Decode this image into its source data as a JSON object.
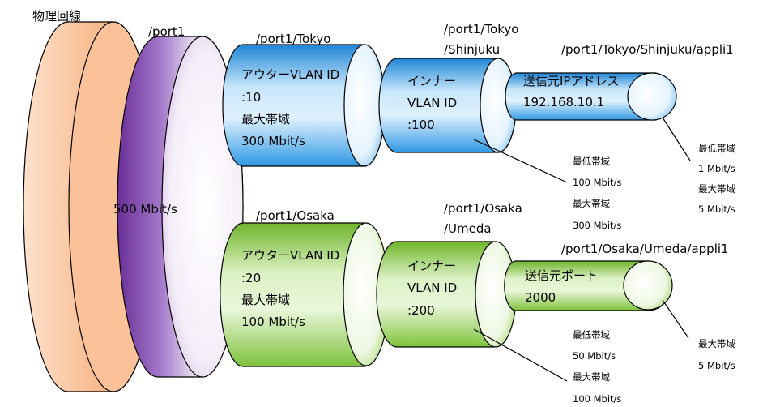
{
  "physical": {
    "label": "物理回線"
  },
  "port1": {
    "path": "/port1",
    "bandwidth": "500 Mbit/s"
  },
  "tokyo": {
    "path": "/port1/Tokyo",
    "outer_line1": "アウターVLAN ID",
    "outer_line2": ":10",
    "max_label": "最大帯域",
    "max_value": "300 Mbit/s",
    "fill": "#39a3ea"
  },
  "shinjuku": {
    "path_line1": "/port1/Tokyo",
    "path_line2": "/Shinjuku",
    "inner_line1": "インナー",
    "inner_line2": "VLAN ID",
    "inner_line3": ":100",
    "note_min_label": "最低帯域",
    "note_min_value": "100 Mbit/s",
    "note_max_label": "最大帯域",
    "note_max_value": "300 Mbit/s"
  },
  "appli_tokyo": {
    "path": "/port1/Tokyo/Shinjuku/appli1",
    "line1": "送信元IPアドレス",
    "line2": "192.168.10.1",
    "note_min_label": "最低帯域",
    "note_min_value": "1 Mbit/s",
    "note_max_label": "最大帯域",
    "note_max_value": "5 Mbit/s"
  },
  "osaka": {
    "path": "/port1/Osaka",
    "outer_line1": "アウターVLAN ID",
    "outer_line2": ":20",
    "max_label": "最大帯域",
    "max_value": "100 Mbit/s",
    "fill": "#8fcf45"
  },
  "umeda": {
    "path_line1": "/port1/Osaka",
    "path_line2": "/Umeda",
    "inner_line1": "インナー",
    "inner_line2": "VLAN ID",
    "inner_line3": ":200",
    "note_min_label": "最低帯域",
    "note_min_value": "50 Mbit/s",
    "note_max_label": "最大帯域",
    "note_max_value": "100 Mbit/s"
  },
  "appli_osaka": {
    "path": "/port1/Osaka/Umeda/appli1",
    "line1": "送信元ポート",
    "line2": "2000",
    "note_max_label": "最大帯域",
    "note_max_value": "5 Mbit/s"
  },
  "colors": {
    "physical": "#fbc29a",
    "port": "#7a3ea8",
    "tokyo": "#39a3ea",
    "osaka": "#8fcf45"
  }
}
